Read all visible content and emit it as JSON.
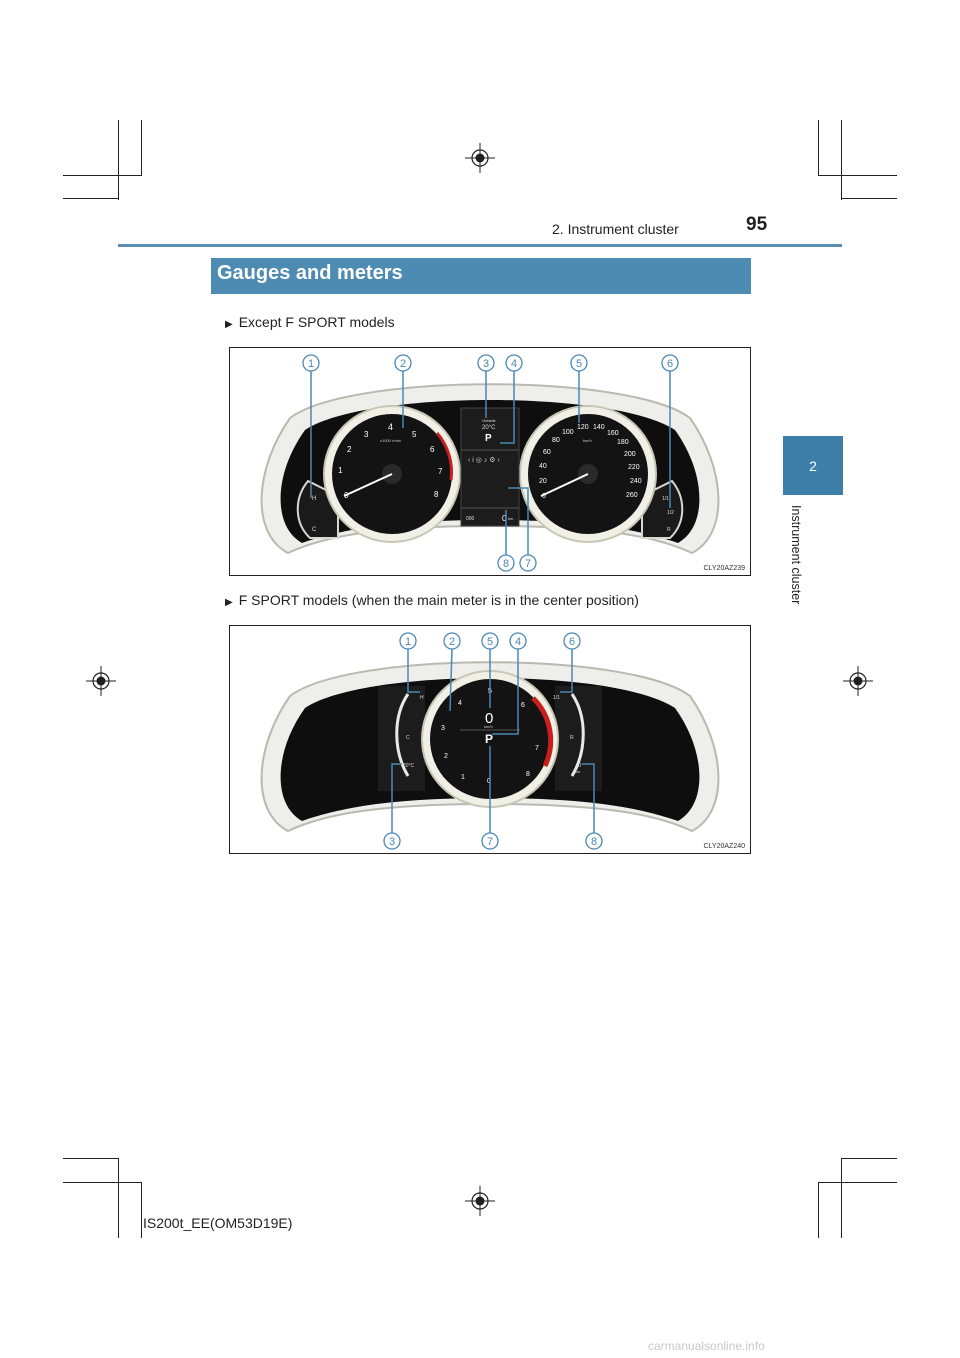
{
  "header": {
    "page_number": "95",
    "section": "2. Instrument cluster"
  },
  "side_tab": {
    "number": "2",
    "label": "Instrument cluster"
  },
  "banner": {
    "title": "Gauges and meters"
  },
  "figure1": {
    "subtitle": "Except F SPORT models",
    "code": "CLY20AZ239",
    "callouts": [
      "1",
      "2",
      "3",
      "4",
      "5",
      "6",
      "8",
      "7"
    ],
    "tach_ticks": [
      "0",
      "1",
      "2",
      "3",
      "4",
      "5",
      "6",
      "7",
      "8"
    ],
    "tach_unit": "x1000 r/min",
    "speed_ticks": [
      "0",
      "20",
      "40",
      "60",
      "80",
      "100",
      "120",
      "140",
      "160",
      "180",
      "200",
      "220",
      "240",
      "260"
    ],
    "speed_unit": "km/h",
    "outside_label": "Outside",
    "outside_temp": "20°C",
    "gear": "P",
    "odo_left": "000",
    "odo_right": "0",
    "odo_unit": "km",
    "temp_h": "H",
    "temp_c": "C",
    "fuel_f": "1/1",
    "fuel_half": "1/2",
    "fuel_r": "R"
  },
  "figure2": {
    "subtitle": "F SPORT models (when the main meter is in the center position)",
    "code": "CLY20AZ240",
    "callouts": [
      "1",
      "2",
      "5",
      "4",
      "6",
      "3",
      "7",
      "8"
    ],
    "tach_ticks": [
      "0",
      "1",
      "2",
      "3",
      "4",
      "5",
      "6",
      "7",
      "8"
    ],
    "speed": "0",
    "speed_unit": "km/h",
    "gear": "P",
    "outside_temp": "20°C",
    "temp_h": "H",
    "temp_c": "C",
    "fuel_f": "1/1",
    "fuel_r": "R",
    "odo": "0",
    "odo_unit": "km"
  },
  "footer": {
    "text": "IS200t_EE(OM53D19E)"
  },
  "watermark": {
    "text": "carmanualsonline.info"
  }
}
